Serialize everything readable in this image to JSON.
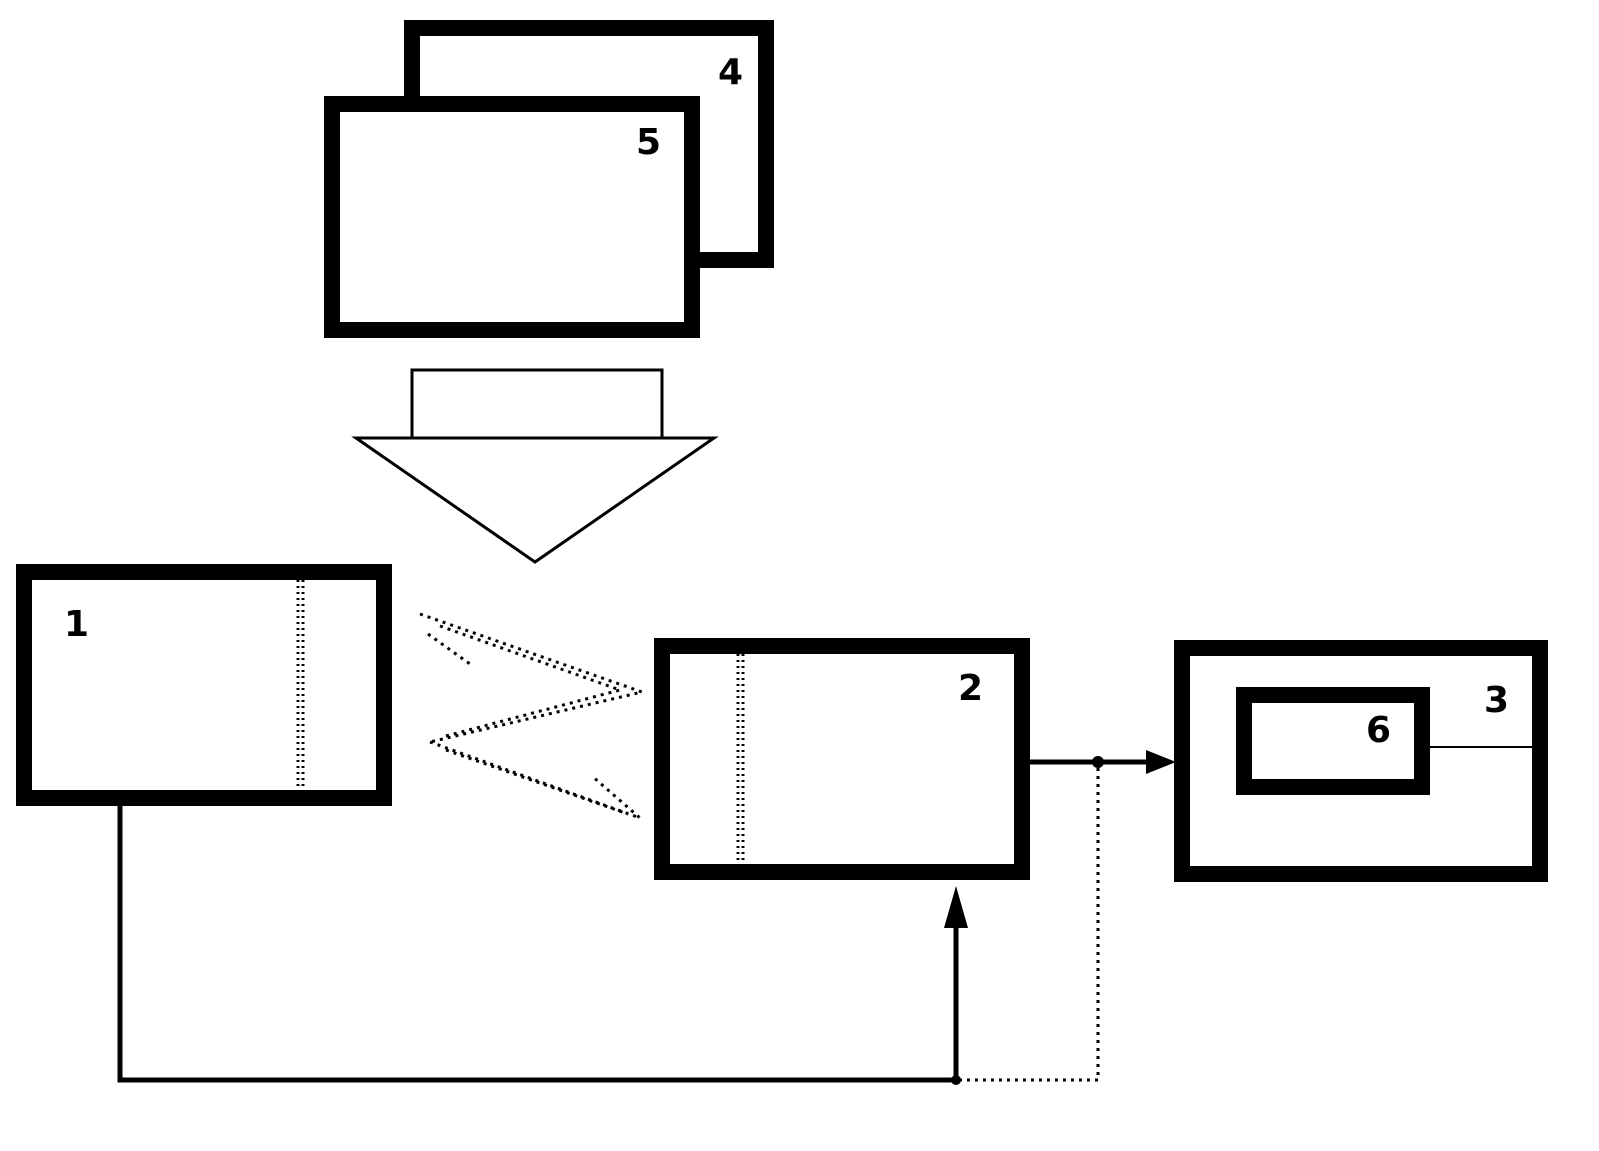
{
  "labels": {
    "block_1": "1",
    "block_2": "2",
    "block_3": "3",
    "block_4": "4",
    "block_5": "5",
    "block_6": "6"
  }
}
